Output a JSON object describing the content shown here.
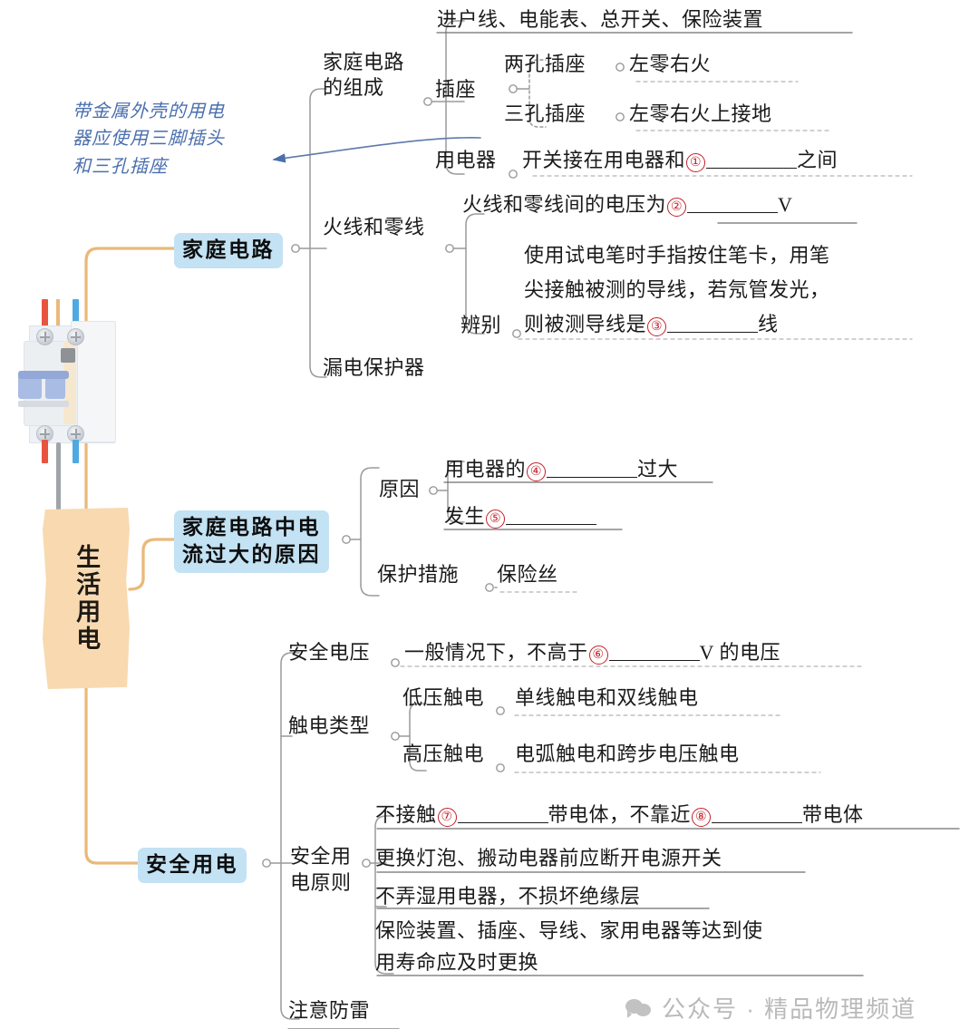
{
  "root": {
    "label": "生活用电"
  },
  "handwritten_note": "带金属外壳的用电\n器应使用三脚插头\n和三孔插座",
  "watermark": {
    "text": "公众号 · 精品物理频道",
    "icon": "wechat-icon"
  },
  "colors": {
    "root_fill": "#f8d9b0",
    "badge_fill": "#c3e2f4",
    "root_branch": "#eab97a",
    "branch_line": "#9a9a9a",
    "note_blue": "#4a6fae",
    "blank_number_red": "#c4202a",
    "watermark_gray": "#b9b9b9"
  },
  "branches": [
    {
      "id": "home-circuit",
      "badge": "家庭电路",
      "children": [
        {
          "label": "家庭电路\n的组成",
          "label_line1": "家庭电路",
          "label_line2": "的组成",
          "items": [
            {
              "text": "进户线、电能表、总开关、保险装置"
            },
            {
              "label": "插座",
              "subitems": [
                {
                  "label": "两孔插座",
                  "value": "左零右火"
                },
                {
                  "label": "三孔插座",
                  "value": "左零右火上接地"
                }
              ]
            },
            {
              "label": "用电器",
              "text_before": "开关接在用电器和",
              "blank_no": "①",
              "text_after": "之间"
            }
          ]
        },
        {
          "label": "火线和零线",
          "items": [
            {
              "text_before": "火线和零线间的电压为",
              "blank_no": "②",
              "text_after": "V"
            },
            {
              "label": "辨别",
              "lines": [
                "使用试电笔时手指按住笔卡，用笔",
                "尖接触被测的导线，若氖管发光，"
              ],
              "last_before": "则被测导线是",
              "blank_no": "③",
              "last_after": "线"
            }
          ]
        },
        {
          "label": "漏电保护器"
        }
      ]
    },
    {
      "id": "overcurrent",
      "badge_line1": "家庭电路中电",
      "badge_line2": "流过大的原因",
      "children": [
        {
          "label": "原因",
          "items": [
            {
              "text_before": "用电器的",
              "blank_no": "④",
              "text_after": "过大"
            },
            {
              "text_before": "发生",
              "blank_no": "⑤",
              "text_after": ""
            }
          ]
        },
        {
          "label": "保护措施",
          "value": "保险丝"
        }
      ]
    },
    {
      "id": "safe-use",
      "badge": "安全用电",
      "children": [
        {
          "label": "安全电压",
          "text_before": "一般情况下，不高于",
          "blank_no": "⑥",
          "text_after": "V 的电压"
        },
        {
          "label": "触电类型",
          "items": [
            {
              "label": "低压触电",
              "value": "单线触电和双线触电"
            },
            {
              "label": "高压触电",
              "value": "电弧触电和跨步电压触电"
            }
          ]
        },
        {
          "label_line1": "安全用",
          "label_line2": "电原则",
          "items": [
            {
              "text_before": "不接触",
              "blank_no": "⑦",
              "text_mid": "带电体，不靠近",
              "blank_no2": "⑧",
              "text_after": "带电体"
            },
            {
              "text": "更换灯泡、搬动电器前应断开电源开关"
            },
            {
              "text": "不弄湿用电器，不损坏绝缘层"
            },
            {
              "lines": [
                "保险装置、插座、导线、家用电器等达到使",
                "用寿命应及时更换"
              ]
            }
          ]
        },
        {
          "label": "注意防雷"
        }
      ]
    }
  ]
}
